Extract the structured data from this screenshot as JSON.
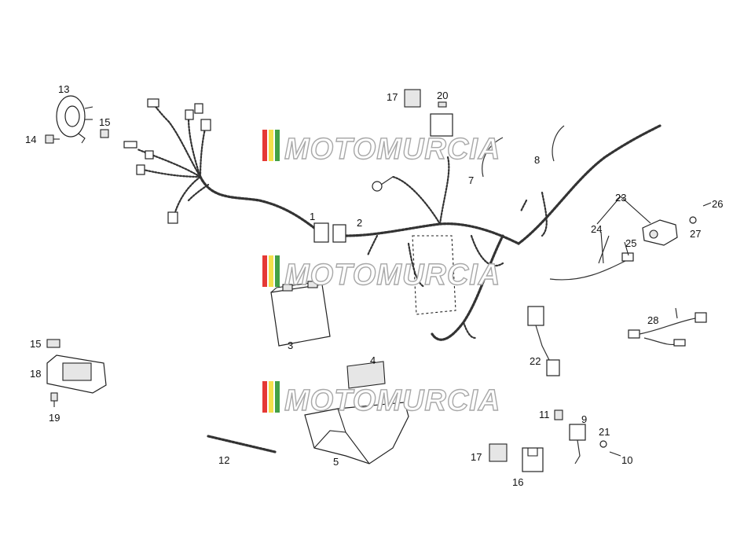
{
  "watermark": {
    "text": "MOTOMURCIA",
    "stripe_colors": [
      "#e53935",
      "#f4e04d",
      "#43a047"
    ]
  },
  "labels": {
    "p1": "1",
    "p2": "2",
    "p3": "3",
    "p4": "4",
    "p5": "5",
    "p7": "7",
    "p8": "8",
    "p9": "9",
    "p10": "10",
    "p11": "11",
    "p12": "12",
    "p13": "13",
    "p14": "14",
    "p15a": "15",
    "p15b": "15",
    "p16": "16",
    "p17a": "17",
    "p17b": "17",
    "p18": "18",
    "p19": "19",
    "p20": "20",
    "p21": "21",
    "p22": "22",
    "p23": "23",
    "p24": "24",
    "p25": "25",
    "p26": "26",
    "p27": "27",
    "p28": "28"
  }
}
